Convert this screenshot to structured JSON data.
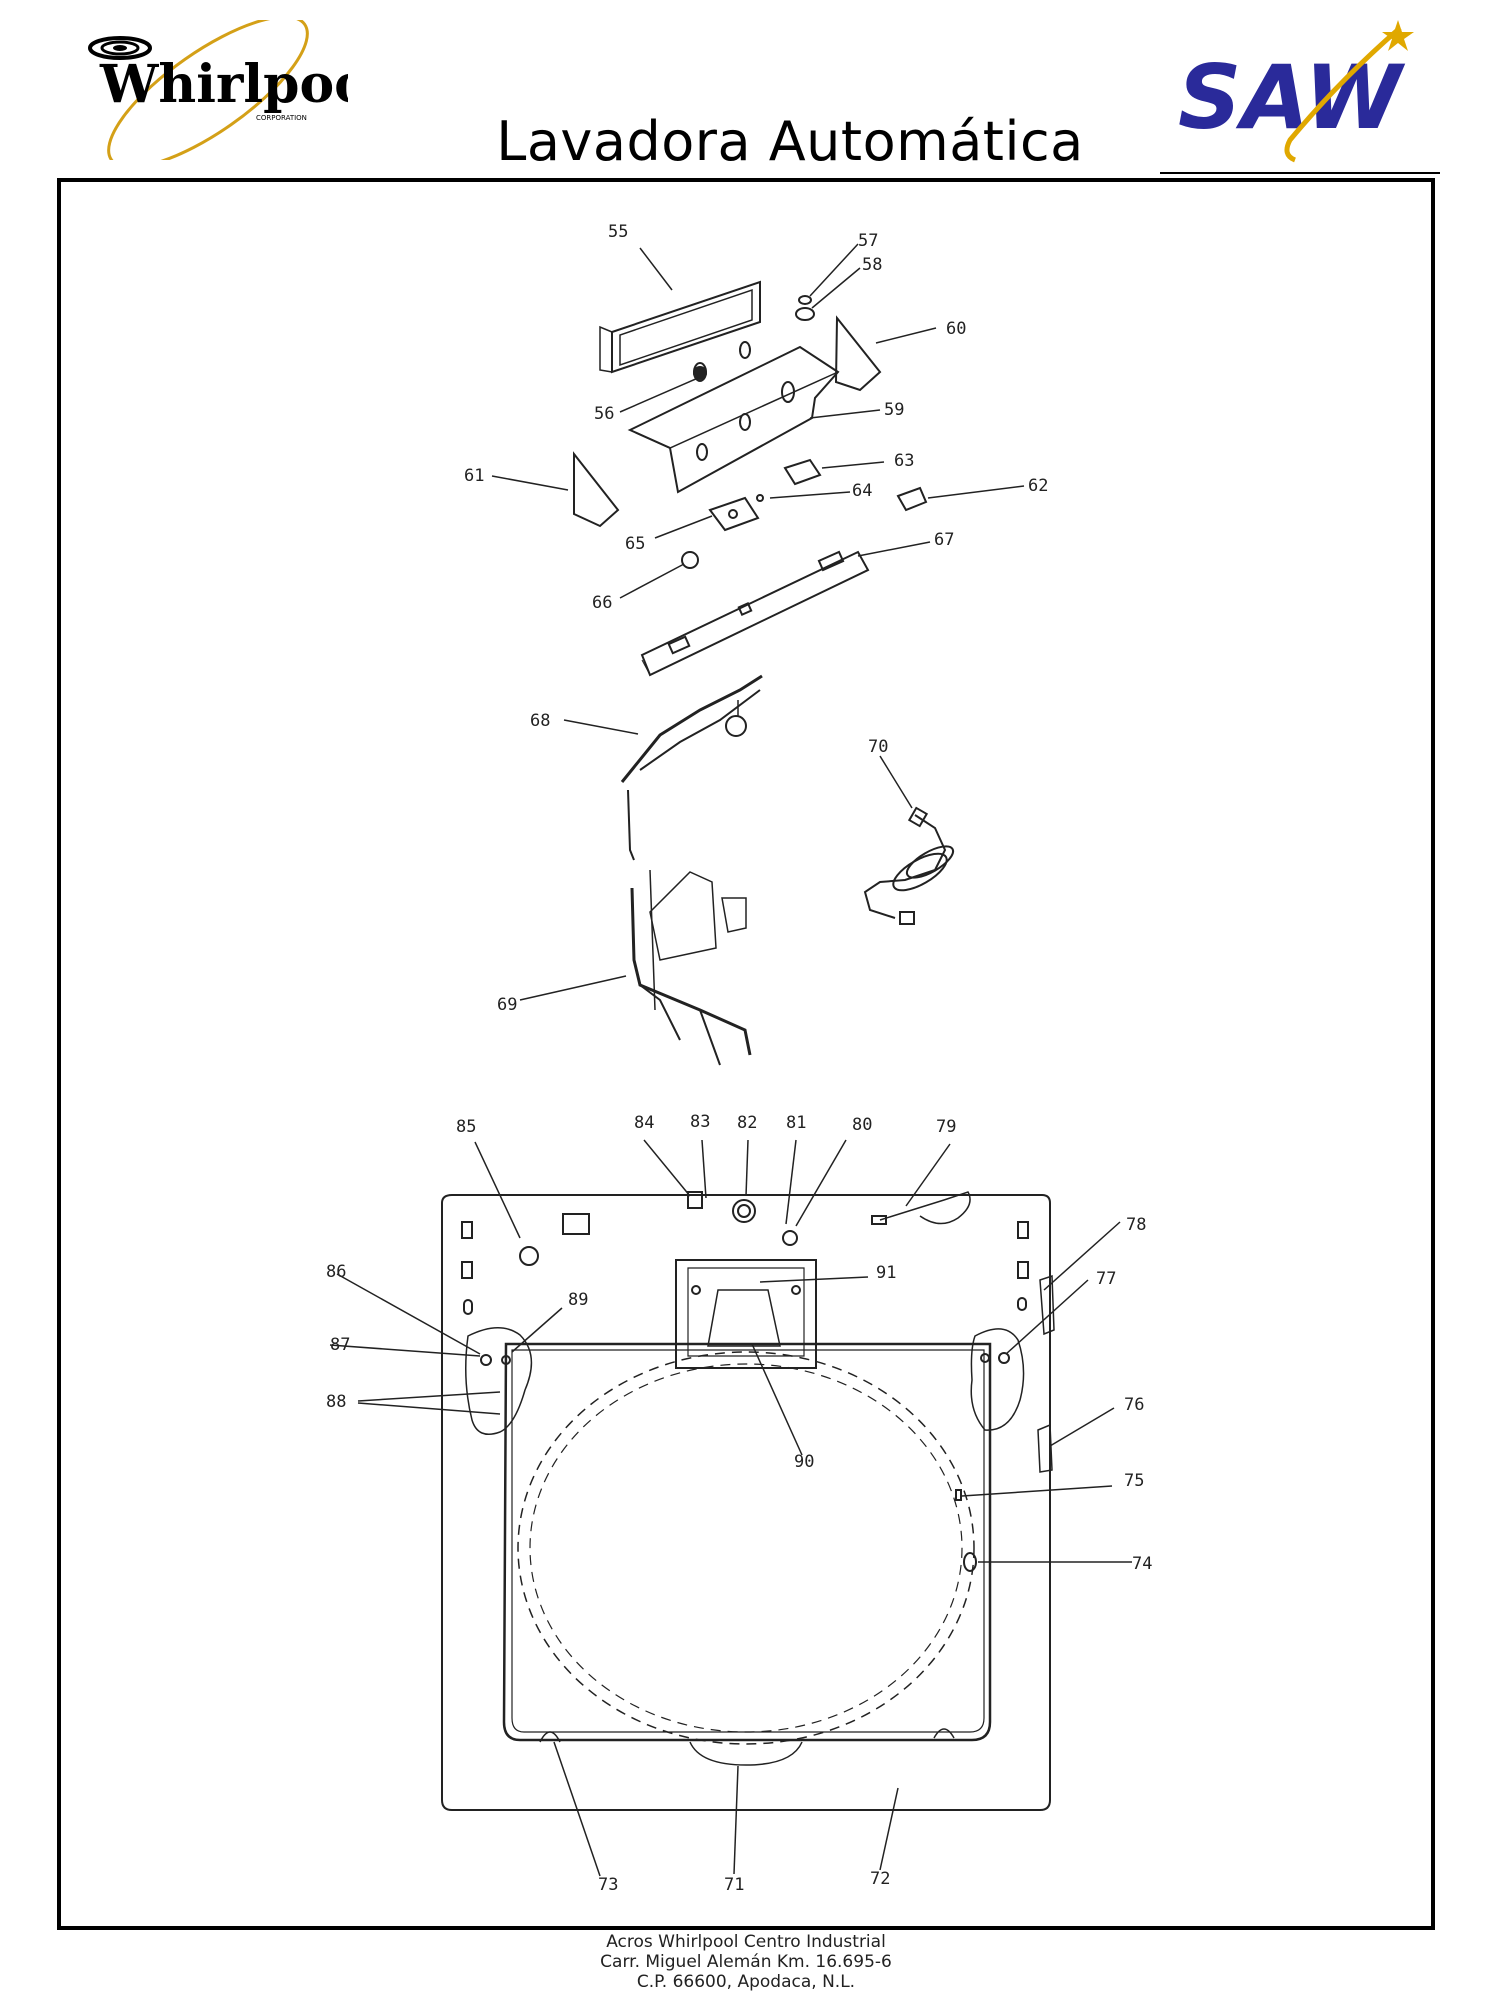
{
  "header": {
    "whirlpool_logo_text": "Whirlpool",
    "whirlpool_logo_sub": "CORPORATION",
    "saw_logo_text": "SAW",
    "title": "Lavadora Automática"
  },
  "parts": {
    "top": [
      "55",
      "56",
      "57",
      "58",
      "59",
      "60",
      "61",
      "62",
      "63",
      "64",
      "65",
      "66",
      "67",
      "68",
      "69",
      "70"
    ],
    "bottom": [
      "71",
      "72",
      "73",
      "74",
      "75",
      "76",
      "77",
      "78",
      "79",
      "80",
      "81",
      "82",
      "83",
      "84",
      "85",
      "86",
      "87",
      "88",
      "89",
      "90",
      "91"
    ]
  },
  "footer": {
    "line1": "Acros Whirlpool Centro Industrial",
    "line2": "Carr. Miguel Alemán Km. 16.695-6",
    "line3": "C.P. 66600, Apodaca, N.L."
  }
}
